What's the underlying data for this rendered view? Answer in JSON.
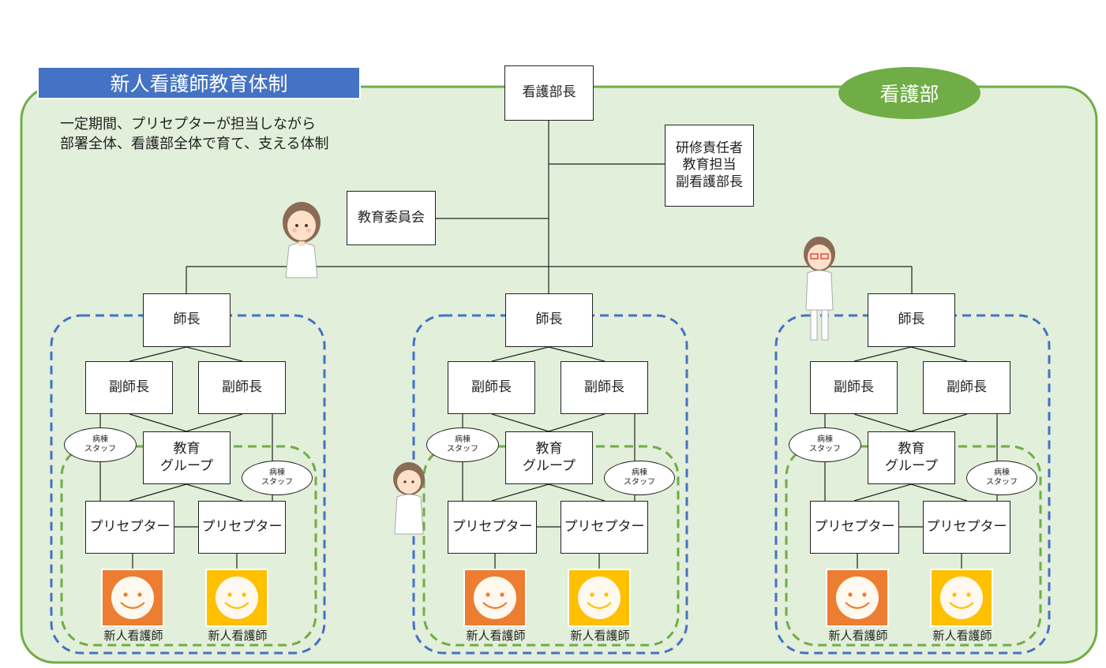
{
  "title": "新人看護師教育体制",
  "department": "看護部",
  "description": [
    "一定期間、プリセプターが担当しながら",
    "部署全体、看護部全体で育て、支える体制"
  ],
  "top": {
    "director": "看護部長",
    "training": "研修責任者\n教育担当\n副看護部長",
    "committee": "教育委員会"
  },
  "units": [
    {
      "head": "師長",
      "vice": [
        "副師長",
        "副師長"
      ],
      "education": "教育\nグループ",
      "staff": [
        "病棟\nスタッフ",
        "病棟\nスタッフ"
      ],
      "preceptors": [
        "プリセプター",
        "プリセプター"
      ],
      "newcomers": [
        "新人看護師",
        "新人看護師"
      ]
    },
    {
      "head": "師長",
      "vice": [
        "副師長",
        "副師長"
      ],
      "education": "教育\nグループ",
      "staff": [
        "病棟\nスタッフ",
        "病棟\nスタッフ"
      ],
      "preceptors": [
        "プリセプター",
        "プリセプター"
      ],
      "newcomers": [
        "新人看護師",
        "新人看護師"
      ]
    },
    {
      "head": "師長",
      "vice": [
        "副師長",
        "副師長"
      ],
      "education": "教育\nグループ",
      "staff": [
        "病棟\nスタッフ",
        "病棟\nスタッフ"
      ],
      "preceptors": [
        "プリセプター",
        "プリセプター"
      ],
      "newcomers": [
        "新人看護師",
        "新人看護師"
      ]
    }
  ],
  "colors": {
    "background_panel": "#e2efda",
    "panel_border": "#70ad47",
    "unit_border": "#4472c4",
    "team_border": "#70ad47",
    "face_orange": "#ed7d31",
    "face_yellow": "#ffc000"
  }
}
